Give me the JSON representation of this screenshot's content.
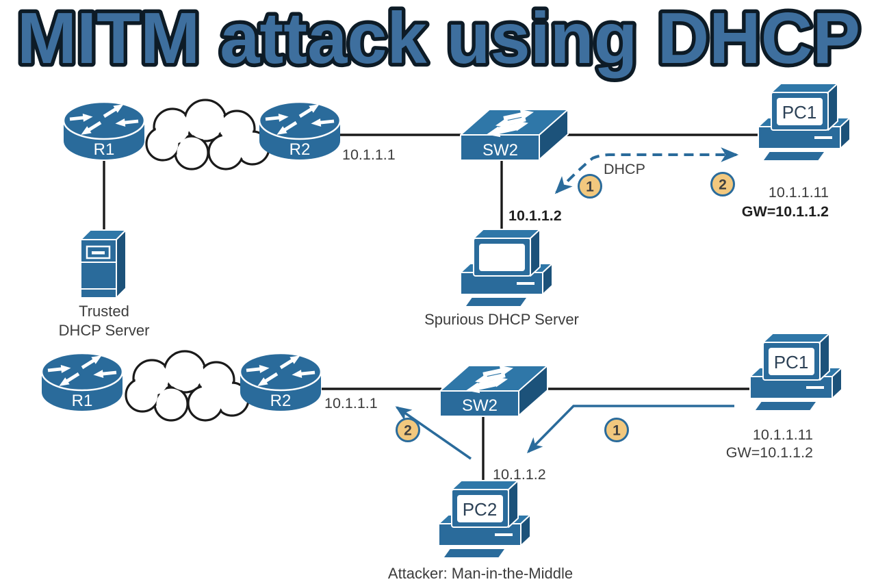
{
  "title": "MITM attack using DHCP",
  "colors": {
    "title_fill": "#3e6f9e",
    "title_outline": "#0d1b26",
    "device": "#2a6b9b",
    "device_top": "#2f77a8",
    "device_side": "#1c527a",
    "cable": "#1a1a1a",
    "flow": "#2a6b9b",
    "badge_fill": "#f2c87e",
    "text": "#3c3c3c"
  },
  "top": {
    "router1_label": "R1",
    "router2_label": "R2",
    "switch_label": "SW2",
    "pc_label": "PC1",
    "link_ip": "10.1.1.1",
    "spurious_ip": "10.1.1.2",
    "dhcp_flow_label": "DHCP",
    "step1": "1",
    "step2": "2",
    "pc_ip": "10.1.1.11",
    "pc_gateway": "GW=10.1.1.2",
    "trusted_server_line1": "Trusted",
    "trusted_server_line2": "DHCP Server",
    "spurious_server_caption": "Spurious DHCP Server"
  },
  "bottom": {
    "router1_label": "R1",
    "router2_label": "R2",
    "switch_label": "SW2",
    "pc_label": "PC1",
    "attacker_pc_label": "PC2",
    "link_ip": "10.1.1.1",
    "attacker_ip": "10.1.1.2",
    "step1": "1",
    "step2": "2",
    "pc_ip": "10.1.1.11",
    "pc_gateway": "GW=10.1.1.2",
    "attacker_caption": "Attacker: Man-in-the-Middle"
  }
}
